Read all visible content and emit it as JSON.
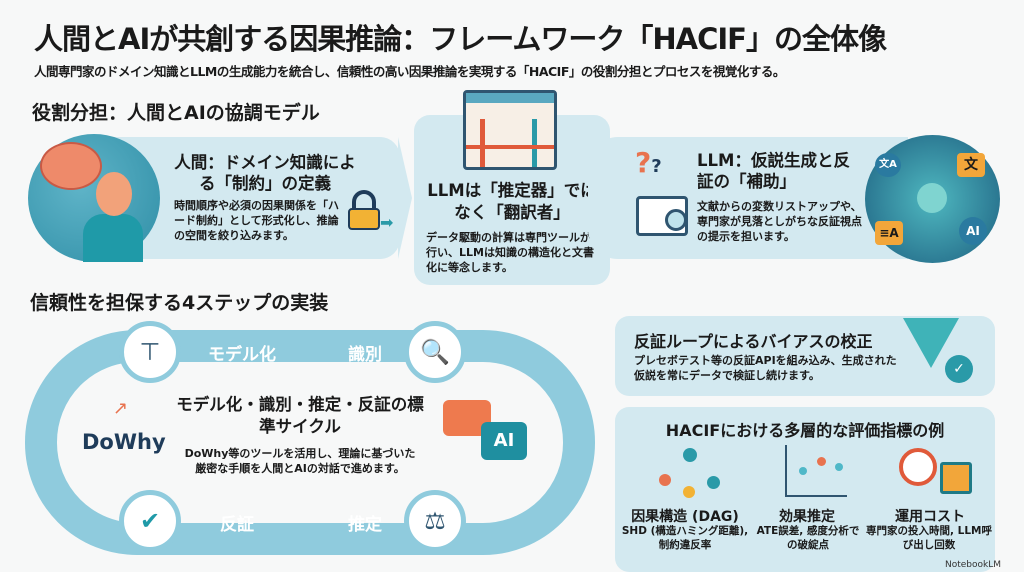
{
  "title": "人間とAIが共創する因果推論：フレームワーク「HACIF」の全体像",
  "subtitle": "人間専門家のドメイン知識とLLMの生成能力を統合し、信頼性の高い因果推論を実現する「HACIF」の役割分担とプロセスを視覚化する。",
  "roles": {
    "heading": "役割分担：人間とAIの協調モデル",
    "human": {
      "title": "人間：ドメイン知識による「制約」の定義",
      "body": "時間順序や必須の因果関係を「ハード制約」として形式化し、推論の空間を絞り込みます。"
    },
    "center": {
      "title": "LLMは「推定器」ではなく「翻訳者」",
      "body": "データ駆動の計算は専門ツールが行い、LLMは知識の構造化と文書化に等念します。"
    },
    "llm": {
      "title": "LLM：仮説生成と反証の「補助」",
      "body": "文献からの変数リストアップや、専門家が見落としがちな反証視点の提示を担います。",
      "badges": [
        "文A",
        "文",
        "≡A",
        "AI"
      ]
    }
  },
  "steps": {
    "heading": "信頼性を担保する4ステップの実装",
    "labels": [
      "モデル化",
      "識別",
      "推定",
      "反証"
    ],
    "center_title": "モデル化・識別・推定・反証の標準サイクル",
    "center_body": "DoWhy等のツールを活用し、理論に基づいた厳密な手順を人間とAIの対話で進めます。",
    "logo": "DoWhy",
    "chat_badge": "AI"
  },
  "bias": {
    "title": "反証ループによるバイアスの校正",
    "body": "プレセボテスト等の反証APIを組み込み、生成された仮説を常にデータで検証し続けます。"
  },
  "metrics": {
    "title": "HACIFにおける多層的な評価指標の例",
    "items": [
      {
        "title": "因果構造 (DAG)",
        "body": "SHD (構造ハミング距離), 制約違反率"
      },
      {
        "title": "効果推定",
        "body": "ATE誤差, 感度分析での破綻点"
      },
      {
        "title": "運用コスト",
        "body": "専門家の投入時間, LLM呼び出し回数"
      }
    ]
  },
  "watermark": "NotebookLM",
  "colors": {
    "card": "#d3e9f0",
    "ring": "#8fcbdd",
    "orange": "#e8734f",
    "teal": "#2a9aa8",
    "navy": "#1f3c5a"
  }
}
